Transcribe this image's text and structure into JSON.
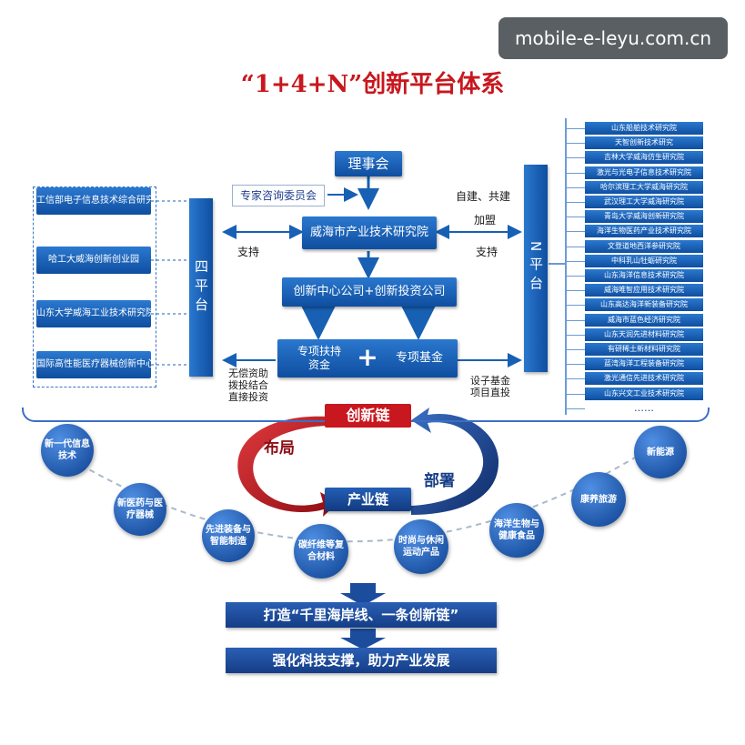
{
  "watermark": "mobile-e-leyu.com.cn",
  "title": "“1+4+N”创新平台体系",
  "center": {
    "council": "理事会",
    "expert_committee": "专家咨询委员会",
    "institute": "威海市产业技术研究院",
    "companies": "创新中心公司+创新投资公司",
    "special_support": "专项扶持\n资金",
    "plus": "+",
    "special_fund": "专项基金"
  },
  "left": {
    "platform": "四平台",
    "items": [
      "工信部电子信息技术综合研究中心",
      "哈工大威海创新创业园",
      "山东大学威海工业技术研究院",
      "国际高性能医疗器械创新中心"
    ],
    "support_label": "支持",
    "funding_label": "无偿资助\n拨投结合\n直接投资"
  },
  "right": {
    "platform": "N平台",
    "build_label": "自建、共建",
    "join_label": "加盟",
    "support_label": "支持",
    "fund_label": "设子基金\n项目直投",
    "items": [
      "山东船舶技术研究院",
      "天智创新技术研究",
      "吉林大学威海仿生研究院",
      "激光与光电子信息技术研究院",
      "哈尔滨理工大学威海研究院",
      "武汉理工大学威海研究院",
      "青岛大学威海创新研究院",
      "海洋生物医药产业技术研究院",
      "文登道地西洋参研究院",
      "中科乳山牡蛎研究院",
      "山东海洋信息技术研究院",
      "威海唯智应用技术研究院",
      "山东高达海洋新装备研究院",
      "威海市蓝色经济研究院",
      "山东天润先进材料研究院",
      "有研稀土新材料研究院",
      "蓝湾海洋工程装备研究院",
      "激光通信先进技术研究院",
      "山东兴文工业技术研究院",
      "……"
    ]
  },
  "chain": {
    "innovation": "创新链",
    "layout": "布局",
    "deploy": "部署",
    "industry": "产业链",
    "industries": [
      "新一代信息技术",
      "新医药与医疗器械",
      "先进装备与智能制造",
      "碳纤维等复合材料",
      "时尚与休闲运动产品",
      "海洋生物与健康食品",
      "康养旅游",
      "新能源"
    ]
  },
  "bottom": {
    "line1": "打造“千里海岸线、一条创新链”",
    "line2": "强化科技支撑，助力产业发展"
  },
  "colors": {
    "blue": "#1760b4",
    "red": "#c8171e",
    "navy": "#153d86"
  }
}
